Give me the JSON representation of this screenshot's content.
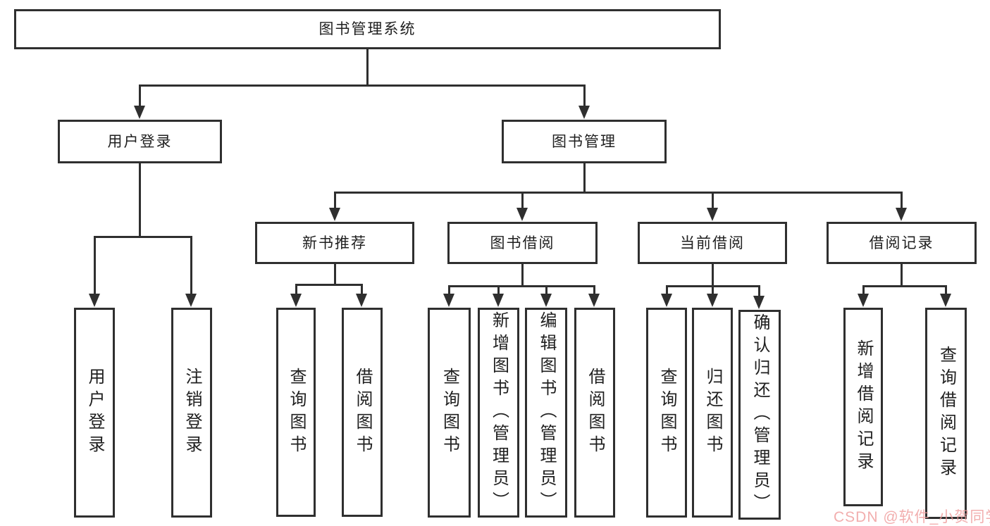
{
  "nodes": {
    "root": "图书管理系统",
    "user_login": {
      "label": "用户登录",
      "children": [
        "用户登录",
        "注销登录"
      ]
    },
    "book_mgmt": {
      "label": "图书管理"
    },
    "groups": [
      {
        "label": "新书推荐",
        "children": [
          "查询图书",
          "借阅图书"
        ]
      },
      {
        "label": "图书借阅",
        "children": [
          "查询图书",
          "新增图书（管理员）",
          "编辑图书（管理员）",
          "借阅图书"
        ]
      },
      {
        "label": "当前借阅",
        "children": [
          "查询图书",
          "归还图书",
          "确认归还（管理员）"
        ]
      },
      {
        "label": "借阅记录",
        "children": [
          "新增借阅记录",
          "查询借阅记录"
        ]
      }
    ]
  },
  "watermark": {
    "text": "CSDN @软件_小贺同学"
  },
  "colors": {
    "line": "#2f2f2f",
    "text": "#1f1f1f",
    "watermark": "#ef9a9a",
    "bg": "#ffffff"
  }
}
